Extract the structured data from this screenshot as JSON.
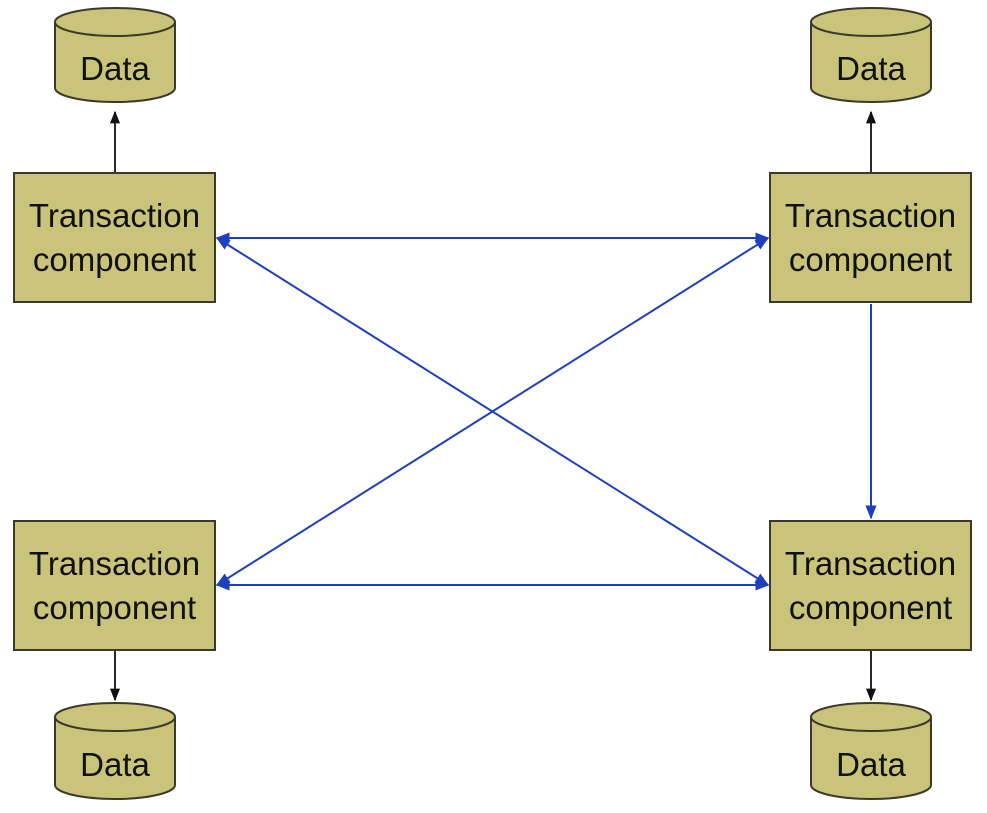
{
  "diagram": {
    "component_label": "Transaction\ncomponent",
    "data_label": "Data",
    "colors": {
      "box_fill": "#c9c47a",
      "box_border": "#3b3a2a",
      "db_fill": "#c9c47a",
      "black_arrow": "#111111",
      "blue_arrow": "#1f3fbf"
    },
    "components": [
      {
        "id": "top-left",
        "label": "Transaction\ncomponent"
      },
      {
        "id": "top-right",
        "label": "Transaction\ncomponent"
      },
      {
        "id": "bottom-left",
        "label": "Transaction\ncomponent"
      },
      {
        "id": "bottom-right",
        "label": "Transaction\ncomponent"
      }
    ],
    "databases": [
      {
        "id": "data-top-left",
        "label": "Data"
      },
      {
        "id": "data-top-right",
        "label": "Data"
      },
      {
        "id": "data-bottom-left",
        "label": "Data"
      },
      {
        "id": "data-bottom-right",
        "label": "Data"
      }
    ],
    "edges": [
      {
        "from": "top-left",
        "to": "data-top-left",
        "style": "black"
      },
      {
        "from": "top-right",
        "to": "data-top-right",
        "style": "black"
      },
      {
        "from": "bottom-left",
        "to": "data-bottom-left",
        "style": "black"
      },
      {
        "from": "bottom-right",
        "to": "data-bottom-right",
        "style": "black"
      },
      {
        "from": "top-left",
        "to": "top-right",
        "style": "blue",
        "bidirectional": true
      },
      {
        "from": "bottom-left",
        "to": "bottom-right",
        "style": "blue",
        "bidirectional": true
      },
      {
        "from": "top-left",
        "to": "bottom-right",
        "style": "blue",
        "bidirectional": true
      },
      {
        "from": "top-right",
        "to": "bottom-left",
        "style": "blue",
        "bidirectional": true
      },
      {
        "from": "top-right",
        "to": "bottom-right",
        "style": "blue",
        "bidirectional": false
      }
    ]
  }
}
